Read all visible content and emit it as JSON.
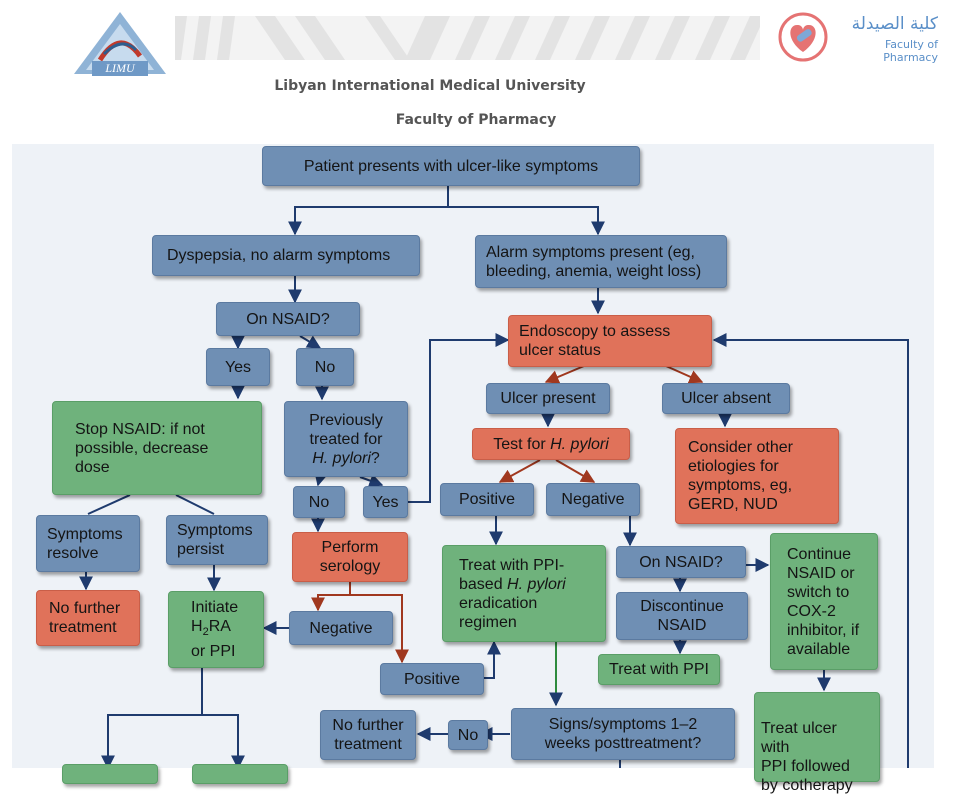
{
  "header": {
    "university": "Libyan International Medical University",
    "faculty": "Faculty of Pharmacy",
    "limu_logo_text": "LIMU",
    "faculty_logo_arabic": "كلية الصيدلة",
    "faculty_logo_english": "Faculty of Pharmacy"
  },
  "colors": {
    "blue": "#6f8fb4",
    "green": "#6fb27c",
    "orange": "#e0725a",
    "arrow": "#1f3b6e",
    "arrow_red": "#a0381f"
  },
  "nodes": {
    "start": "Patient presents with ulcer-like symptoms",
    "dyspepsia": "Dyspepsia, no alarm symptoms",
    "alarm": "Alarm symptoms present (eg,\nbleeding, anemia, weight loss)",
    "on_nsaid_1": "On NSAID?",
    "yes_1": "Yes",
    "no_1": "No",
    "endoscopy": "Endoscopy to assess\nulcer status",
    "stop_nsaid": "Stop NSAID: if not\npossible, decrease\ndose",
    "prev_treated_a": "Previously\ntreated for",
    "prev_treated_b": "H. pylori",
    "prev_treated_c": "?",
    "ulcer_present": "Ulcer present",
    "ulcer_absent": "Ulcer absent",
    "test_hp_a": "Test for ",
    "test_hp_b": "H. pylori",
    "consider_other": "Consider other\netiologies for\nsymptoms, eg,\nGERD, NUD",
    "no_2": "No",
    "yes_2": "Yes",
    "positive_1": "Positive",
    "negative_1": "Negative",
    "symptoms_resolve": "Symptoms\nresolve",
    "symptoms_persist": "Symptoms\npersist",
    "perform_serology": "Perform\nserology",
    "treat_ppi_hp_a": "Treat with PPI-\nbased ",
    "treat_ppi_hp_b": "H. pylori",
    "treat_ppi_hp_c": "\neradication\nregimen",
    "on_nsaid_2": "On NSAID?",
    "continue_nsaid": "Continue\nNSAID or\nswitch to\nCOX-2\ninhibitor, if\navailable",
    "no_further_1": "No further\ntreatment",
    "initiate_a": "Initiate",
    "initiate_b": "H",
    "initiate_sub": "2",
    "initiate_c": "RA",
    "initiate_d": "or PPI",
    "negative_2": "Negative",
    "discontinue_nsaid": "Discontinue\nNSAID",
    "treat_ppi": "Treat with PPI",
    "positive_2": "Positive",
    "no_further_2": "No further\ntreatment",
    "no_3": "No",
    "signs_symptoms": "Signs/symptoms 1–2\nweeks posttreatment?",
    "treat_ulcer": "Treat ulcer with\nPPI followed\nby cotherapy"
  }
}
